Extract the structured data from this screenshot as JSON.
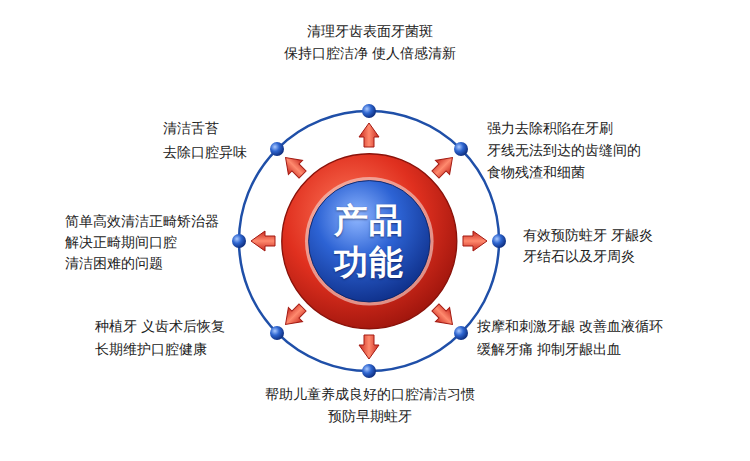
{
  "diagram": {
    "nodes": [
      {
        "text": [
          "产品 功能"
        ]
      }
    ],
    "labels": [
      "清理牙齿表面牙菌斑",
      "保持口腔洁净  使人倍感清新",
      "清洁舌苔",
      "去除口腔异味",
      "强力去除积陷在牙刷",
      "牙线无法到达的齿缝间的",
      "食物残渣和细菌",
      "简单高效清洁正畸矫治器",
      "解决正畸期间口腔",
      "清洁困难的问题",
      "有效预防蛀牙  牙龈炎",
      "牙结石以及牙周炎",
      "种植牙  义齿术后恢复",
      "长期维护口腔健康",
      "按摩和刺激牙龈  改善血液循环",
      "缓解牙痛  抑制牙龈出血",
      "帮助儿童养成良好的口腔清洁习惯",
      "预防早期蛀牙"
    ]
  }
}
